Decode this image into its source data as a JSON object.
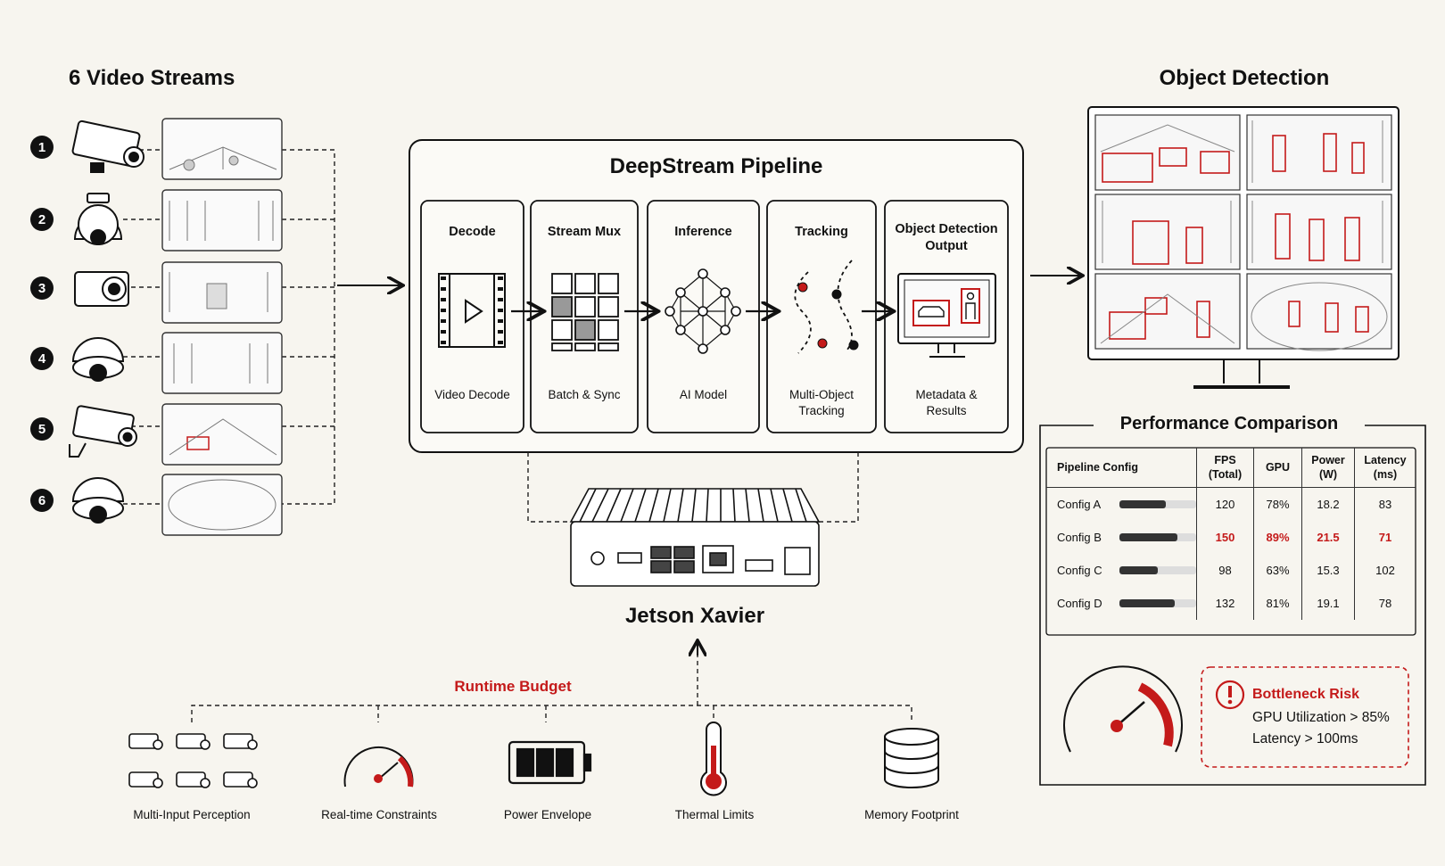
{
  "left_title": "6 Video Streams",
  "streams": [
    {
      "number": "1",
      "camera": "bullet-camera-icon"
    },
    {
      "number": "2",
      "camera": "ptz-dome-camera-icon"
    },
    {
      "number": "3",
      "camera": "box-camera-icon"
    },
    {
      "number": "4",
      "camera": "dome-camera-icon"
    },
    {
      "number": "5",
      "camera": "bullet-camera-icon"
    },
    {
      "number": "6",
      "camera": "fisheye-camera-icon"
    }
  ],
  "pipeline": {
    "title": "DeepStream Pipeline",
    "stages": [
      {
        "title": "Decode",
        "subtitle": "Video Decode",
        "icon": "film-play-icon"
      },
      {
        "title": "Stream Mux",
        "subtitle": "Batch & Sync",
        "icon": "grid-mux-icon"
      },
      {
        "title": "Inference",
        "subtitle": "AI Model",
        "icon": "neural-network-icon"
      },
      {
        "title": "Tracking",
        "subtitle": "Multi-Object Tracking",
        "icon": "trajectory-icon"
      },
      {
        "title": "Object Detection Output",
        "subtitle": "Metadata & Results",
        "icon": "monitor-detection-icon"
      }
    ]
  },
  "device": {
    "label": "Jetson Xavier",
    "icon": "jetson-device-icon"
  },
  "output": {
    "title": "Object Detection"
  },
  "budget": {
    "title": "Runtime Budget",
    "items": [
      {
        "label": "Multi-Input Perception",
        "icon": "multi-camera-icon"
      },
      {
        "label": "Real-time Constraints",
        "icon": "gauge-icon"
      },
      {
        "label": "Power Envelope",
        "icon": "battery-icon"
      },
      {
        "label": "Thermal Limits",
        "icon": "thermometer-icon"
      },
      {
        "label": "Memory Footprint",
        "icon": "database-icon"
      }
    ]
  },
  "performance": {
    "title": "Performance Comparison",
    "headers": {
      "config": "Pipeline Config",
      "fps": [
        "FPS",
        "(Total)"
      ],
      "gpu": "GPU",
      "power": [
        "Power",
        "(W)"
      ],
      "latency": [
        "Latency",
        "(ms)"
      ]
    },
    "rows": [
      {
        "config": "Config A",
        "fps": "120",
        "gpu": "78%",
        "power": "18.2",
        "latency": "83",
        "bar": 0.6,
        "highlight": false
      },
      {
        "config": "Config B",
        "fps": "150",
        "gpu": "89%",
        "power": "21.5",
        "latency": "71",
        "bar": 0.75,
        "highlight": true
      },
      {
        "config": "Config C",
        "fps": "98",
        "gpu": "63%",
        "power": "15.3",
        "latency": "102",
        "bar": 0.5,
        "highlight": false
      },
      {
        "config": "Config D",
        "fps": "132",
        "gpu": "81%",
        "power": "19.1",
        "latency": "78",
        "bar": 0.72,
        "highlight": false
      }
    ]
  },
  "risk": {
    "title": "Bottleneck Risk",
    "lines": [
      "GPU Utilization > 85%",
      "Latency > 100ms"
    ]
  },
  "colors": {
    "accent": "#c41a1a",
    "ink": "#111111",
    "background": "#f7f5ef"
  }
}
